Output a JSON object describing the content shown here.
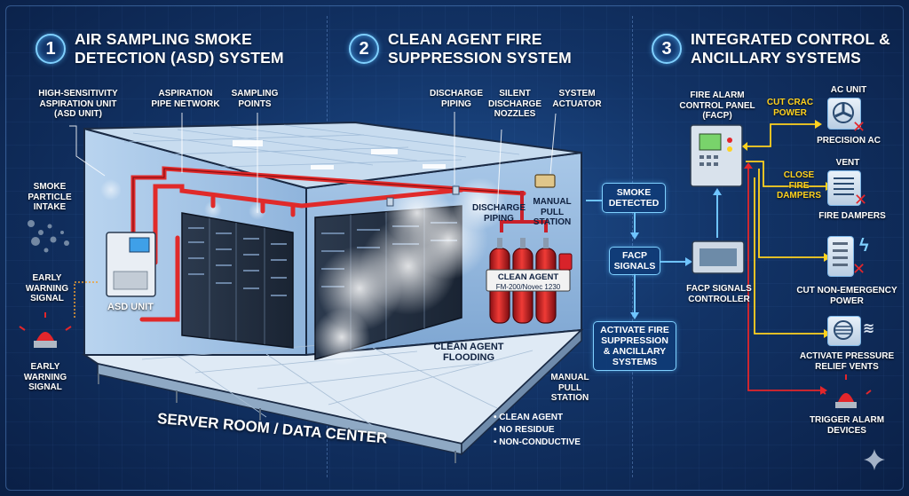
{
  "sections": [
    {
      "number": "1",
      "title": "AIR SAMPLING SMOKE\nDETECTION (ASD) SYSTEM"
    },
    {
      "number": "2",
      "title": "CLEAN AGENT FIRE\nSUPPRESSION SYSTEM"
    },
    {
      "number": "3",
      "title": "INTEGRATED CONTROL &\nANCILLARY SYSTEMS"
    }
  ],
  "asd": {
    "aspiration_unit": "HIGH-SENSITIVITY\nASPIRATION UNIT\n(ASD UNIT)",
    "pipe_network": "ASPIRATION\nPIPE NETWORK",
    "sampling_points": "SAMPLING\nPOINTS",
    "smoke_intake": "SMOKE\nPARTICLE\nINTAKE",
    "early_warning_1": "EARLY\nWARNING\nSIGNAL",
    "early_warning_2": "EARLY\nWARNING\nSIGNAL",
    "asd_unit": "ASD UNIT"
  },
  "suppression": {
    "discharge_piping_top": "DISCHARGE\nPIPING",
    "nozzles": "SILENT\nDISCHARGE\nNOZZLES",
    "actuator": "SYSTEM\nACTUATOR",
    "discharge_piping_mid": "DISCHARGE\nPIPING",
    "manual_pull_top": "MANUAL\nPULL\nSTATION",
    "agent_label": "CLEAN AGENT",
    "agent_type": "FM-200/Novec 1230",
    "flooding": "CLEAN AGENT\nFLOODING",
    "manual_pull_bottom": "MANUAL\nPULL\nSTATION",
    "room_title": "SERVER ROOM / DATA CENTER",
    "bullets": [
      "CLEAN AGENT",
      "NO RESIDUE",
      "NON-CONDUCTIVE"
    ]
  },
  "flow": {
    "smoke_detected": "SMOKE\nDETECTED",
    "facp_signals": "FACP\nSIGNALS",
    "activate": "ACTIVATE FIRE\nSUPPRESSION\n& ANCILLARY\nSYSTEMS",
    "controller": "FACP SIGNALS\nCONTROLLER"
  },
  "control": {
    "facp": "FIRE ALARM\nCONTROL PANEL\n(FACP)",
    "cut_crac": "CUT CRAC\nPOWER",
    "close_dampers": "CLOSE\nFIRE\nDAMPERS",
    "ac_unit": "AC UNIT",
    "precision_ac": "PRECISION AC",
    "vent": "VENT",
    "fire_dampers": "FIRE DAMPERS",
    "cut_power": "CUT NON-EMERGENCY\nPOWER",
    "pressure_vents": "ACTIVATE PRESSURE\nRELIEF VENTS",
    "alarm_devices": "TRIGGER ALARM\nDEVICES"
  },
  "colors": {
    "accent": "#7fd0ff",
    "pipe": "#e02a2a",
    "warning": "#ffd21f"
  }
}
